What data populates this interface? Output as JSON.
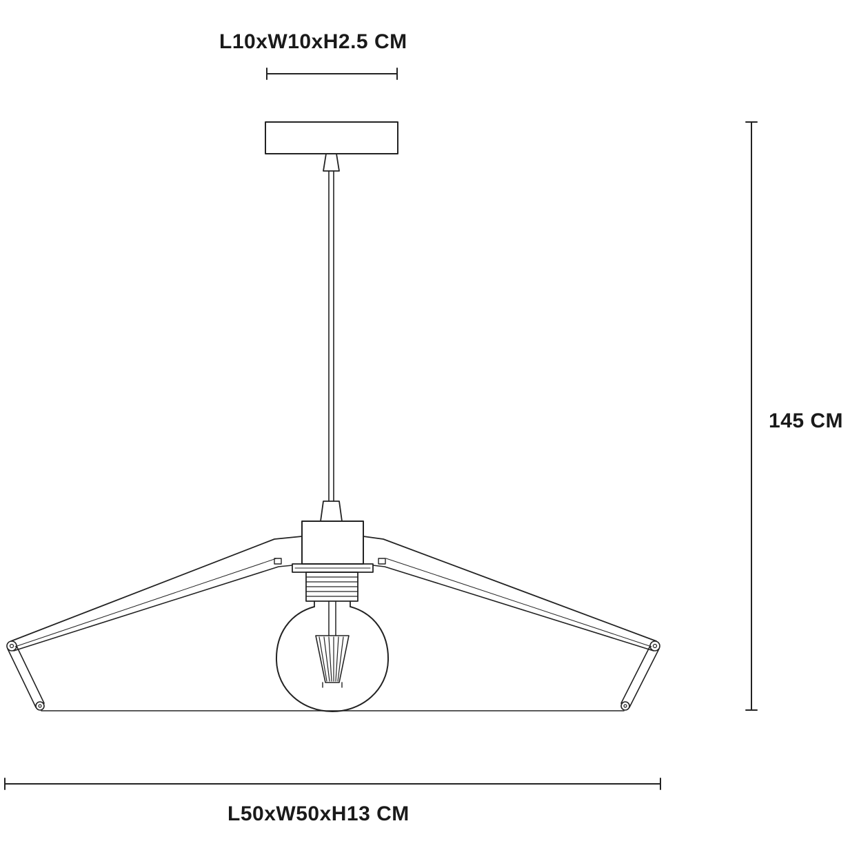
{
  "dimensions": {
    "canopy": "L10xW10xH2.5 CM",
    "height": "145 CM",
    "shade": "L50xW50xH13 CM"
  },
  "colors": {
    "line": "#222222",
    "background": "#ffffff"
  }
}
